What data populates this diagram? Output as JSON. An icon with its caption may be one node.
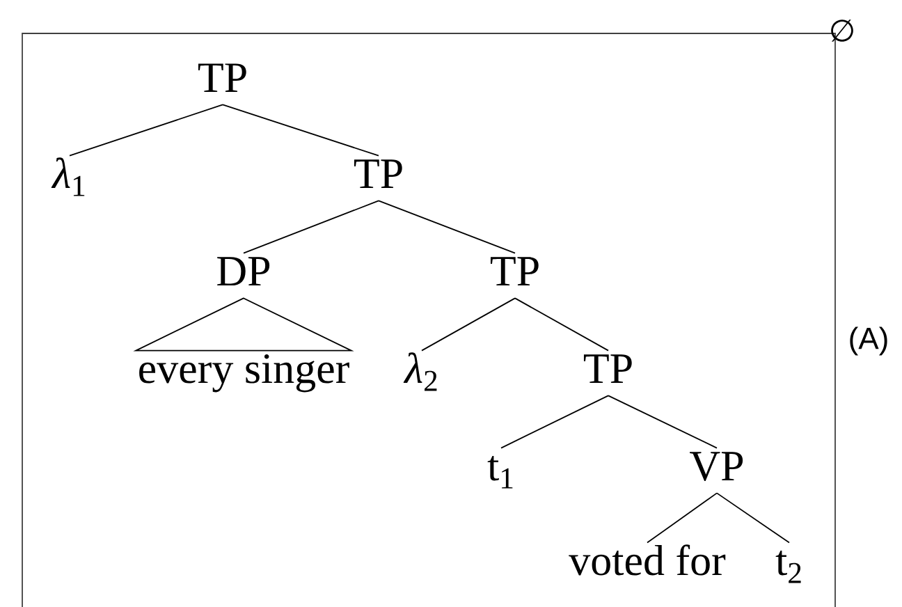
{
  "diagram": {
    "nodes": [
      {
        "text": [
          "TP"
        ]
      },
      {
        "text": [
          "*λ*$_{1}$"
        ]
      },
      {
        "text": [
          "TP"
        ]
      },
      {
        "text": [
          "DP"
        ]
      },
      {
        "text": [
          "TP"
        ]
      },
      {
        "text": [
          "every singer"
        ]
      },
      {
        "text": [
          "*λ*$_{2}$"
        ]
      },
      {
        "text": [
          "TP"
        ]
      },
      {
        "text": [
          "t$_{1}$"
        ]
      },
      {
        "text": [
          "VP"
        ]
      },
      {
        "text": [
          "voted for"
        ]
      },
      {
        "text": [
          "t$_{2}$"
        ]
      }
    ],
    "edges": [
      {
        "from": 0,
        "to": 1,
        "arrow": "none"
      },
      {
        "from": 0,
        "to": 2,
        "arrow": "none"
      },
      {
        "from": 2,
        "to": 3,
        "arrow": "none"
      },
      {
        "from": 2,
        "to": 4,
        "arrow": "none"
      },
      {
        "from": 3,
        "to": 5,
        "arrow": "none"
      },
      {
        "from": 4,
        "to": 6,
        "arrow": "none"
      },
      {
        "from": 4,
        "to": 7,
        "arrow": "none"
      },
      {
        "from": 7,
        "to": 8,
        "arrow": "none"
      },
      {
        "from": 7,
        "to": 9,
        "arrow": "none"
      },
      {
        "from": 9,
        "to": 10,
        "arrow": "none"
      },
      {
        "from": 9,
        "to": 11,
        "arrow": "none"
      }
    ],
    "labels": [
      "∅",
      "(A)"
    ]
  }
}
